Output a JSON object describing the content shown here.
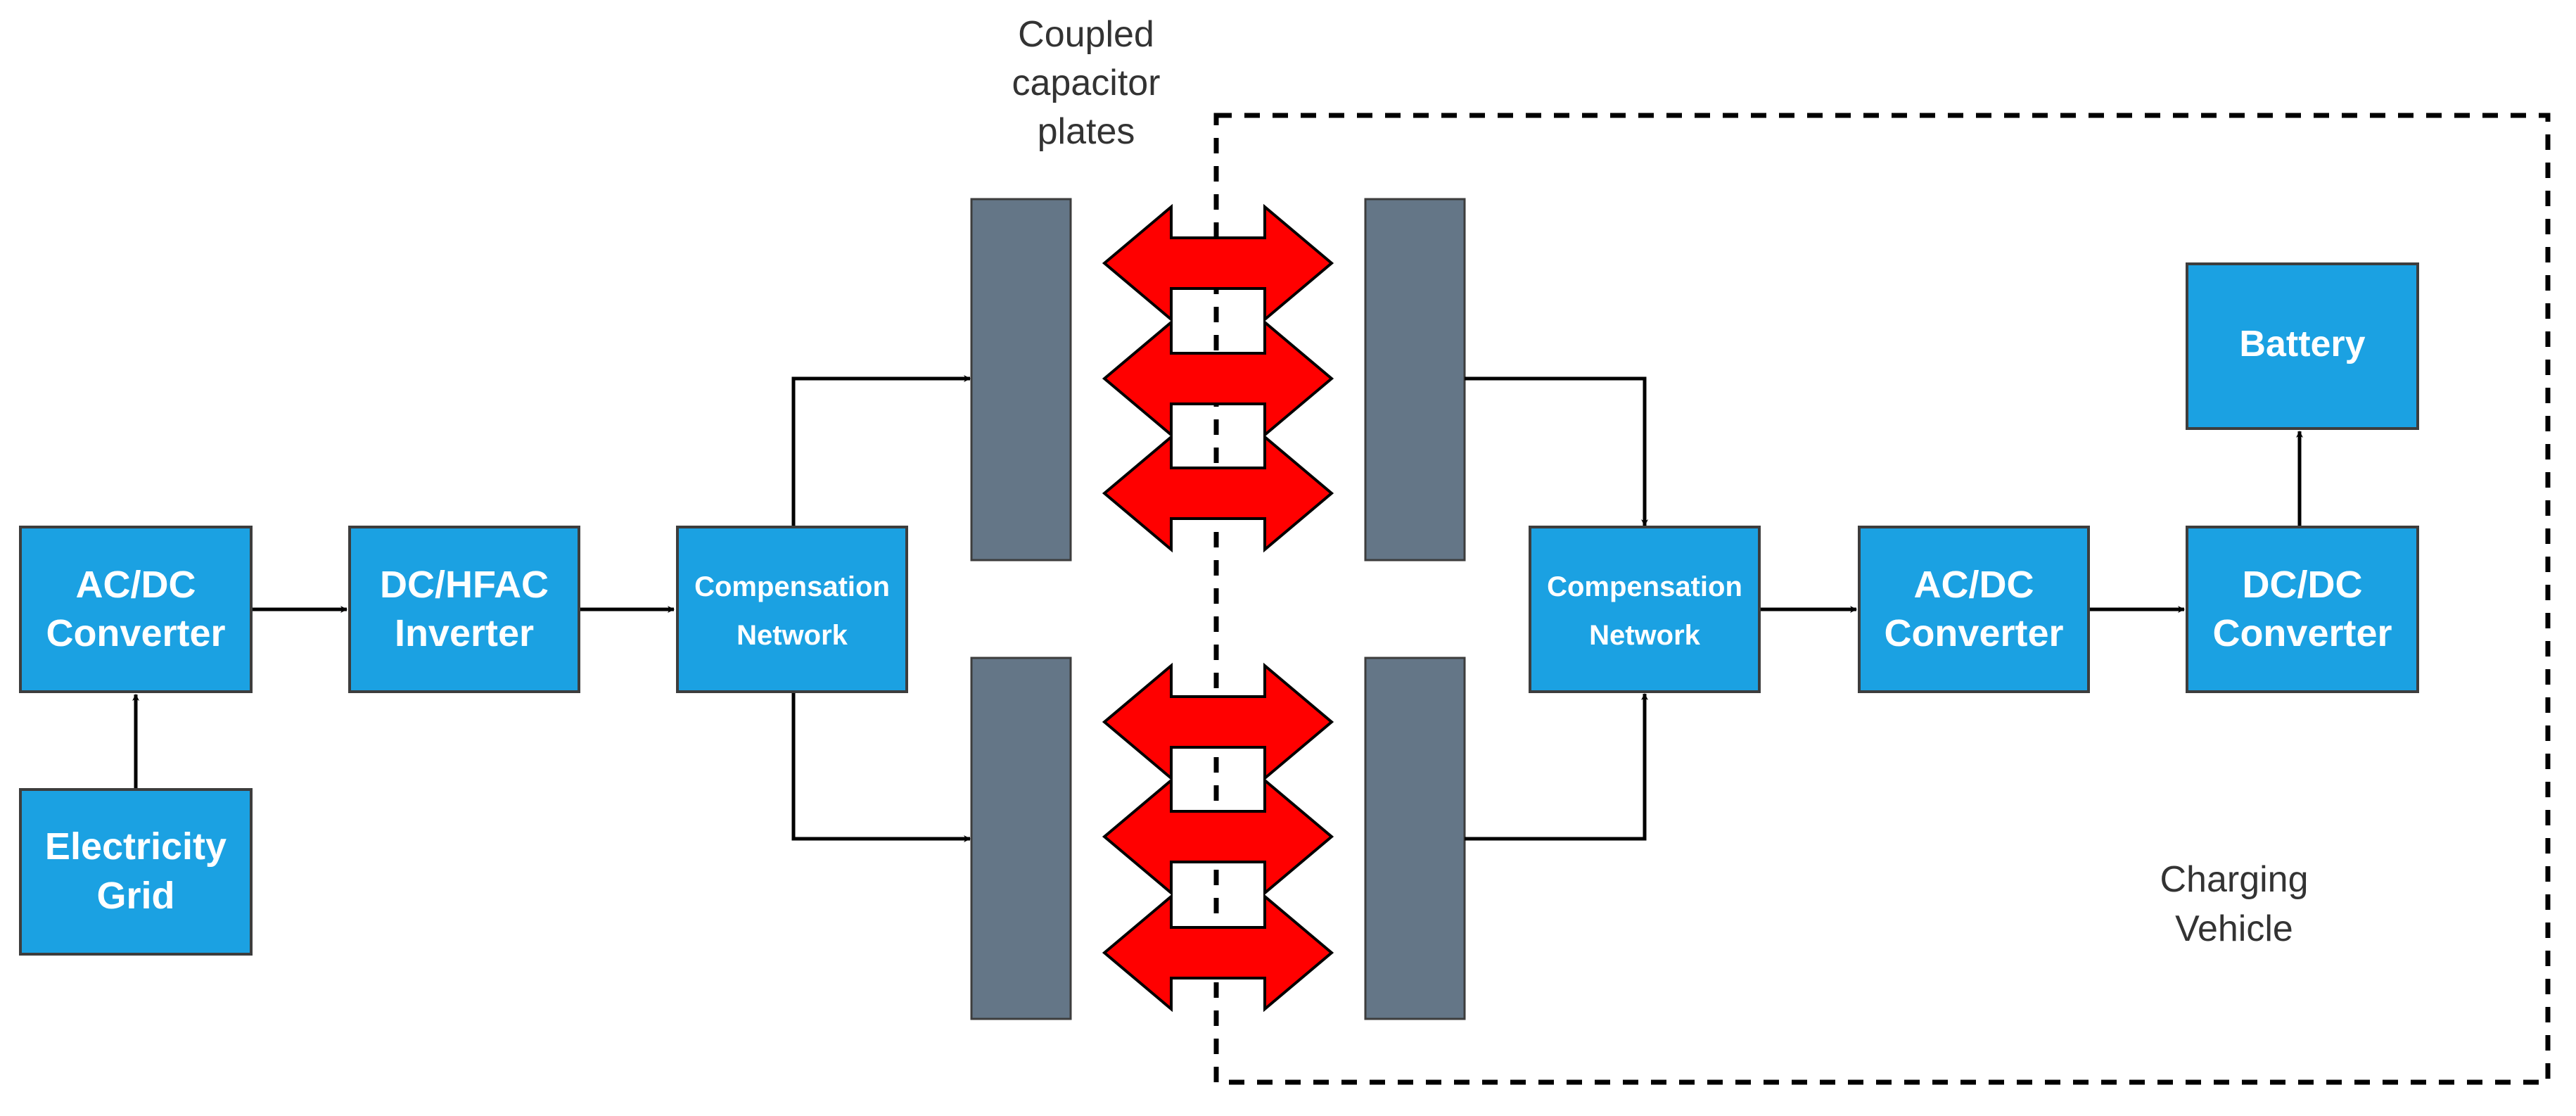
{
  "colors": {
    "block_fill": "#1BA1E2",
    "block_stroke": "#3D3D3D",
    "plate_fill": "#647687",
    "arrow_fill": "#FF0000",
    "line": "#000000",
    "text": "#333333"
  },
  "blocks": {
    "ac_dc_converter_1": [
      "AC/DC",
      "Converter"
    ],
    "electricity_grid": [
      "Electricity",
      "Grid"
    ],
    "dc_hfac_inverter": [
      "DC/HFAC",
      "Inverter"
    ],
    "compensation_network_1": [
      "Compensation",
      "Network"
    ],
    "compensation_network_2": [
      "Compensation",
      "Network"
    ],
    "ac_dc_converter_2": [
      "AC/DC",
      "Converter"
    ],
    "dc_dc_converter": [
      "DC/DC",
      "Converter"
    ],
    "battery": [
      "Battery"
    ]
  },
  "labels": {
    "coupled_plates": [
      "Coupled",
      "capacitor",
      "plates"
    ],
    "charging_vehicle": [
      "Charging",
      "Vehicle"
    ]
  }
}
